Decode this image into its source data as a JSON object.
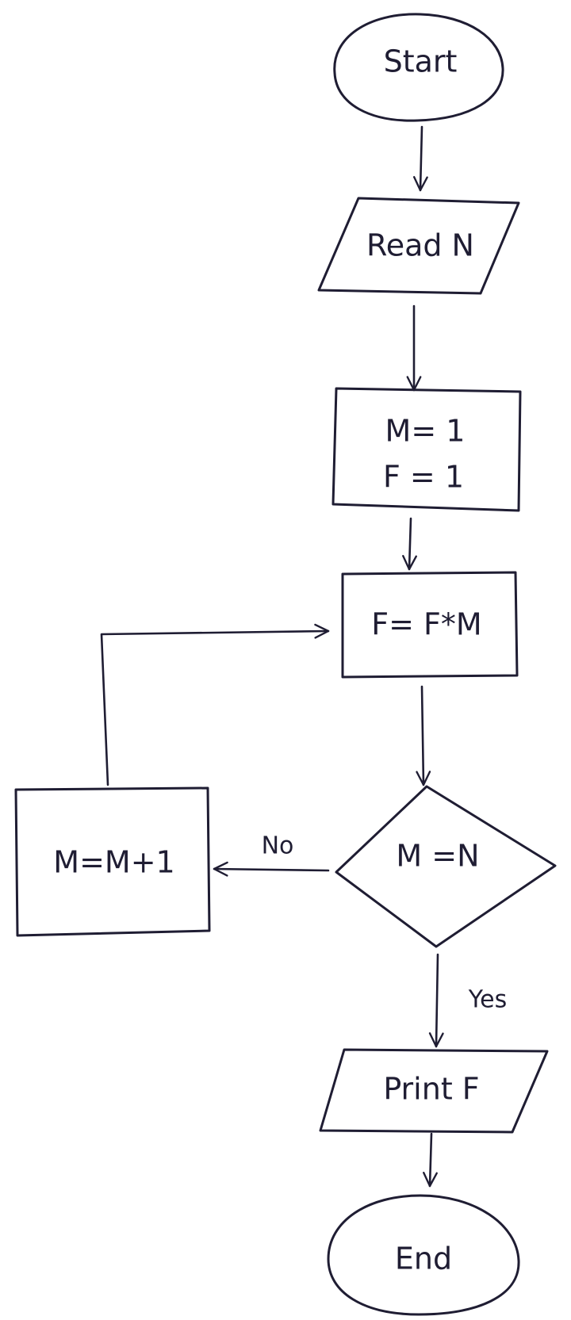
{
  "diagram": {
    "nodes": {
      "start": {
        "shape": "terminator",
        "label": "Start"
      },
      "read_n": {
        "shape": "input-output",
        "label": "Read N"
      },
      "init": {
        "shape": "process",
        "lines": [
          "M= 1",
          "F = 1"
        ]
      },
      "multiply": {
        "shape": "process",
        "label": "F= F*M"
      },
      "decision": {
        "shape": "decision",
        "label": "M =N"
      },
      "increment": {
        "shape": "process",
        "label": "M=M+1"
      },
      "print_f": {
        "shape": "input-output",
        "label": "Print F"
      },
      "end": {
        "shape": "terminator",
        "label": "End"
      }
    },
    "edges": [
      {
        "from": "start",
        "to": "read_n",
        "label": ""
      },
      {
        "from": "read_n",
        "to": "init",
        "label": ""
      },
      {
        "from": "init",
        "to": "multiply",
        "label": ""
      },
      {
        "from": "multiply",
        "to": "decision",
        "label": ""
      },
      {
        "from": "decision",
        "to": "increment",
        "label": "No"
      },
      {
        "from": "increment",
        "to": "multiply",
        "label": ""
      },
      {
        "from": "decision",
        "to": "print_f",
        "label": "Yes"
      },
      {
        "from": "print_f",
        "to": "end",
        "label": ""
      }
    ],
    "colors": {
      "ink": "#1f1d33",
      "paper": "#ffffff"
    }
  }
}
